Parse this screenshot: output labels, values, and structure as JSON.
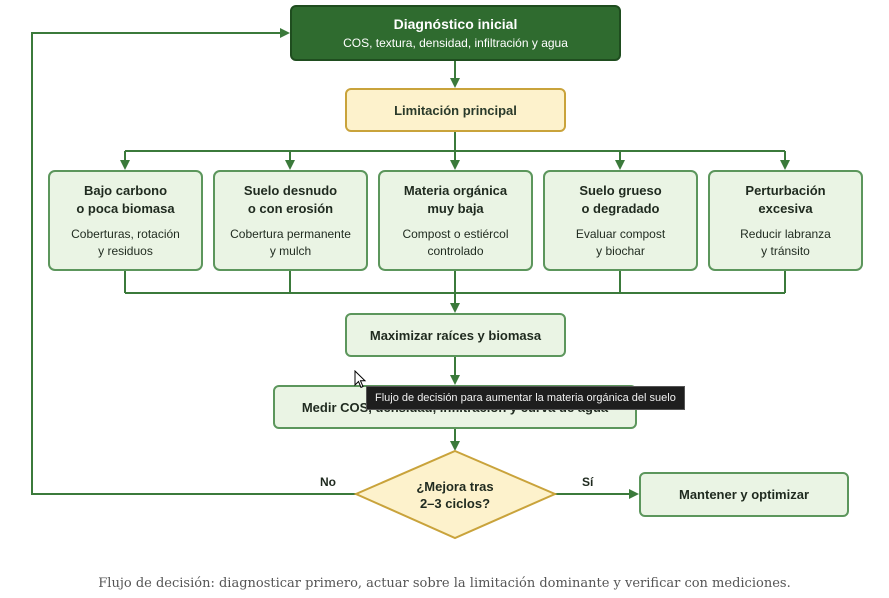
{
  "start": {
    "title": "Diagnóstico inicial",
    "subtitle": "COS, textura, densidad, infiltración y agua"
  },
  "limitation": "Limitación principal",
  "categories": [
    {
      "title": "Bajo carbono\no poca biomasa",
      "action": "Coberturas, rotación\ny residuos"
    },
    {
      "title": "Suelo desnudo\no con erosión",
      "action": "Cobertura permanente\ny mulch"
    },
    {
      "title": "Materia orgánica\nmuy baja",
      "action": "Compost o estiércol\ncontrolado"
    },
    {
      "title": "Suelo grueso\no degradado",
      "action": "Evaluar compost\ny biochar"
    },
    {
      "title": "Perturbación\nexcesiva",
      "action": "Reducir labranza\ny tránsito"
    }
  ],
  "roots": "Maximizar raíces y biomasa",
  "measure": "Medir COS, densidad, infiltración y curva de agua",
  "decision": "¿Mejora tras\n2–3 ciclos?",
  "no_label": "No",
  "yes_label": "Sí",
  "keep": "Mantener y optimizar",
  "tooltip": "Flujo de decisión para aumentar la materia orgánica del suelo",
  "caption": "Flujo de decisión: diagnosticar primero, actuar sobre la limitación dominante y verificar con mediciones.",
  "colors": {
    "dark_green": "#2f6b2f",
    "line_green": "#3b7a3b",
    "light_green": "#eaf4e4",
    "yellow": "#fdf2cc",
    "gold": "#c9a33b"
  }
}
